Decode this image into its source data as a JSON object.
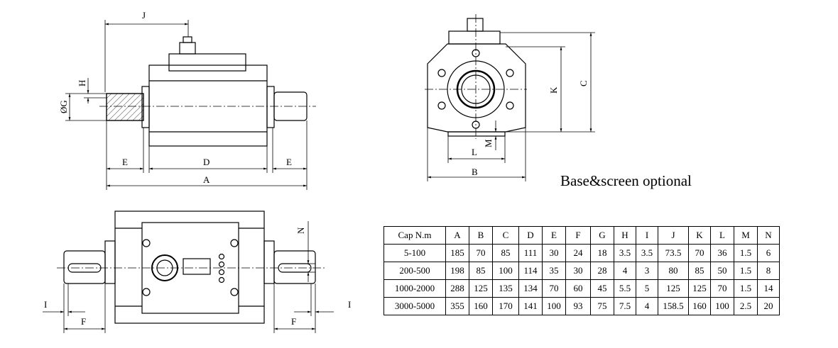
{
  "caption": "Base&screen optional",
  "dimension_labels": {
    "A": "A",
    "B": "B",
    "C": "C",
    "D": "D",
    "E": "E",
    "F": "F",
    "G": "ØG",
    "H": "H",
    "I": "I",
    "J": "J",
    "K": "K",
    "L": "L",
    "M": "M",
    "N": "N"
  },
  "table": {
    "headers": [
      "Cap N.m",
      "A",
      "B",
      "C",
      "D",
      "E",
      "F",
      "G",
      "H",
      "I",
      "J",
      "K",
      "L",
      "M",
      "N"
    ],
    "rows": [
      [
        "5-100",
        "185",
        "70",
        "85",
        "111",
        "30",
        "24",
        "18",
        "3.5",
        "3.5",
        "73.5",
        "70",
        "36",
        "1.5",
        "6"
      ],
      [
        "200-500",
        "198",
        "85",
        "100",
        "114",
        "35",
        "30",
        "28",
        "4",
        "3",
        "80",
        "85",
        "50",
        "1.5",
        "8"
      ],
      [
        "1000-2000",
        "288",
        "125",
        "135",
        "134",
        "70",
        "60",
        "45",
        "5.5",
        "5",
        "125",
        "125",
        "70",
        "1.5",
        "14"
      ],
      [
        "3000-5000",
        "355",
        "160",
        "170",
        "141",
        "100",
        "93",
        "75",
        "7.5",
        "4",
        "158.5",
        "160",
        "100",
        "2.5",
        "20"
      ]
    ]
  }
}
